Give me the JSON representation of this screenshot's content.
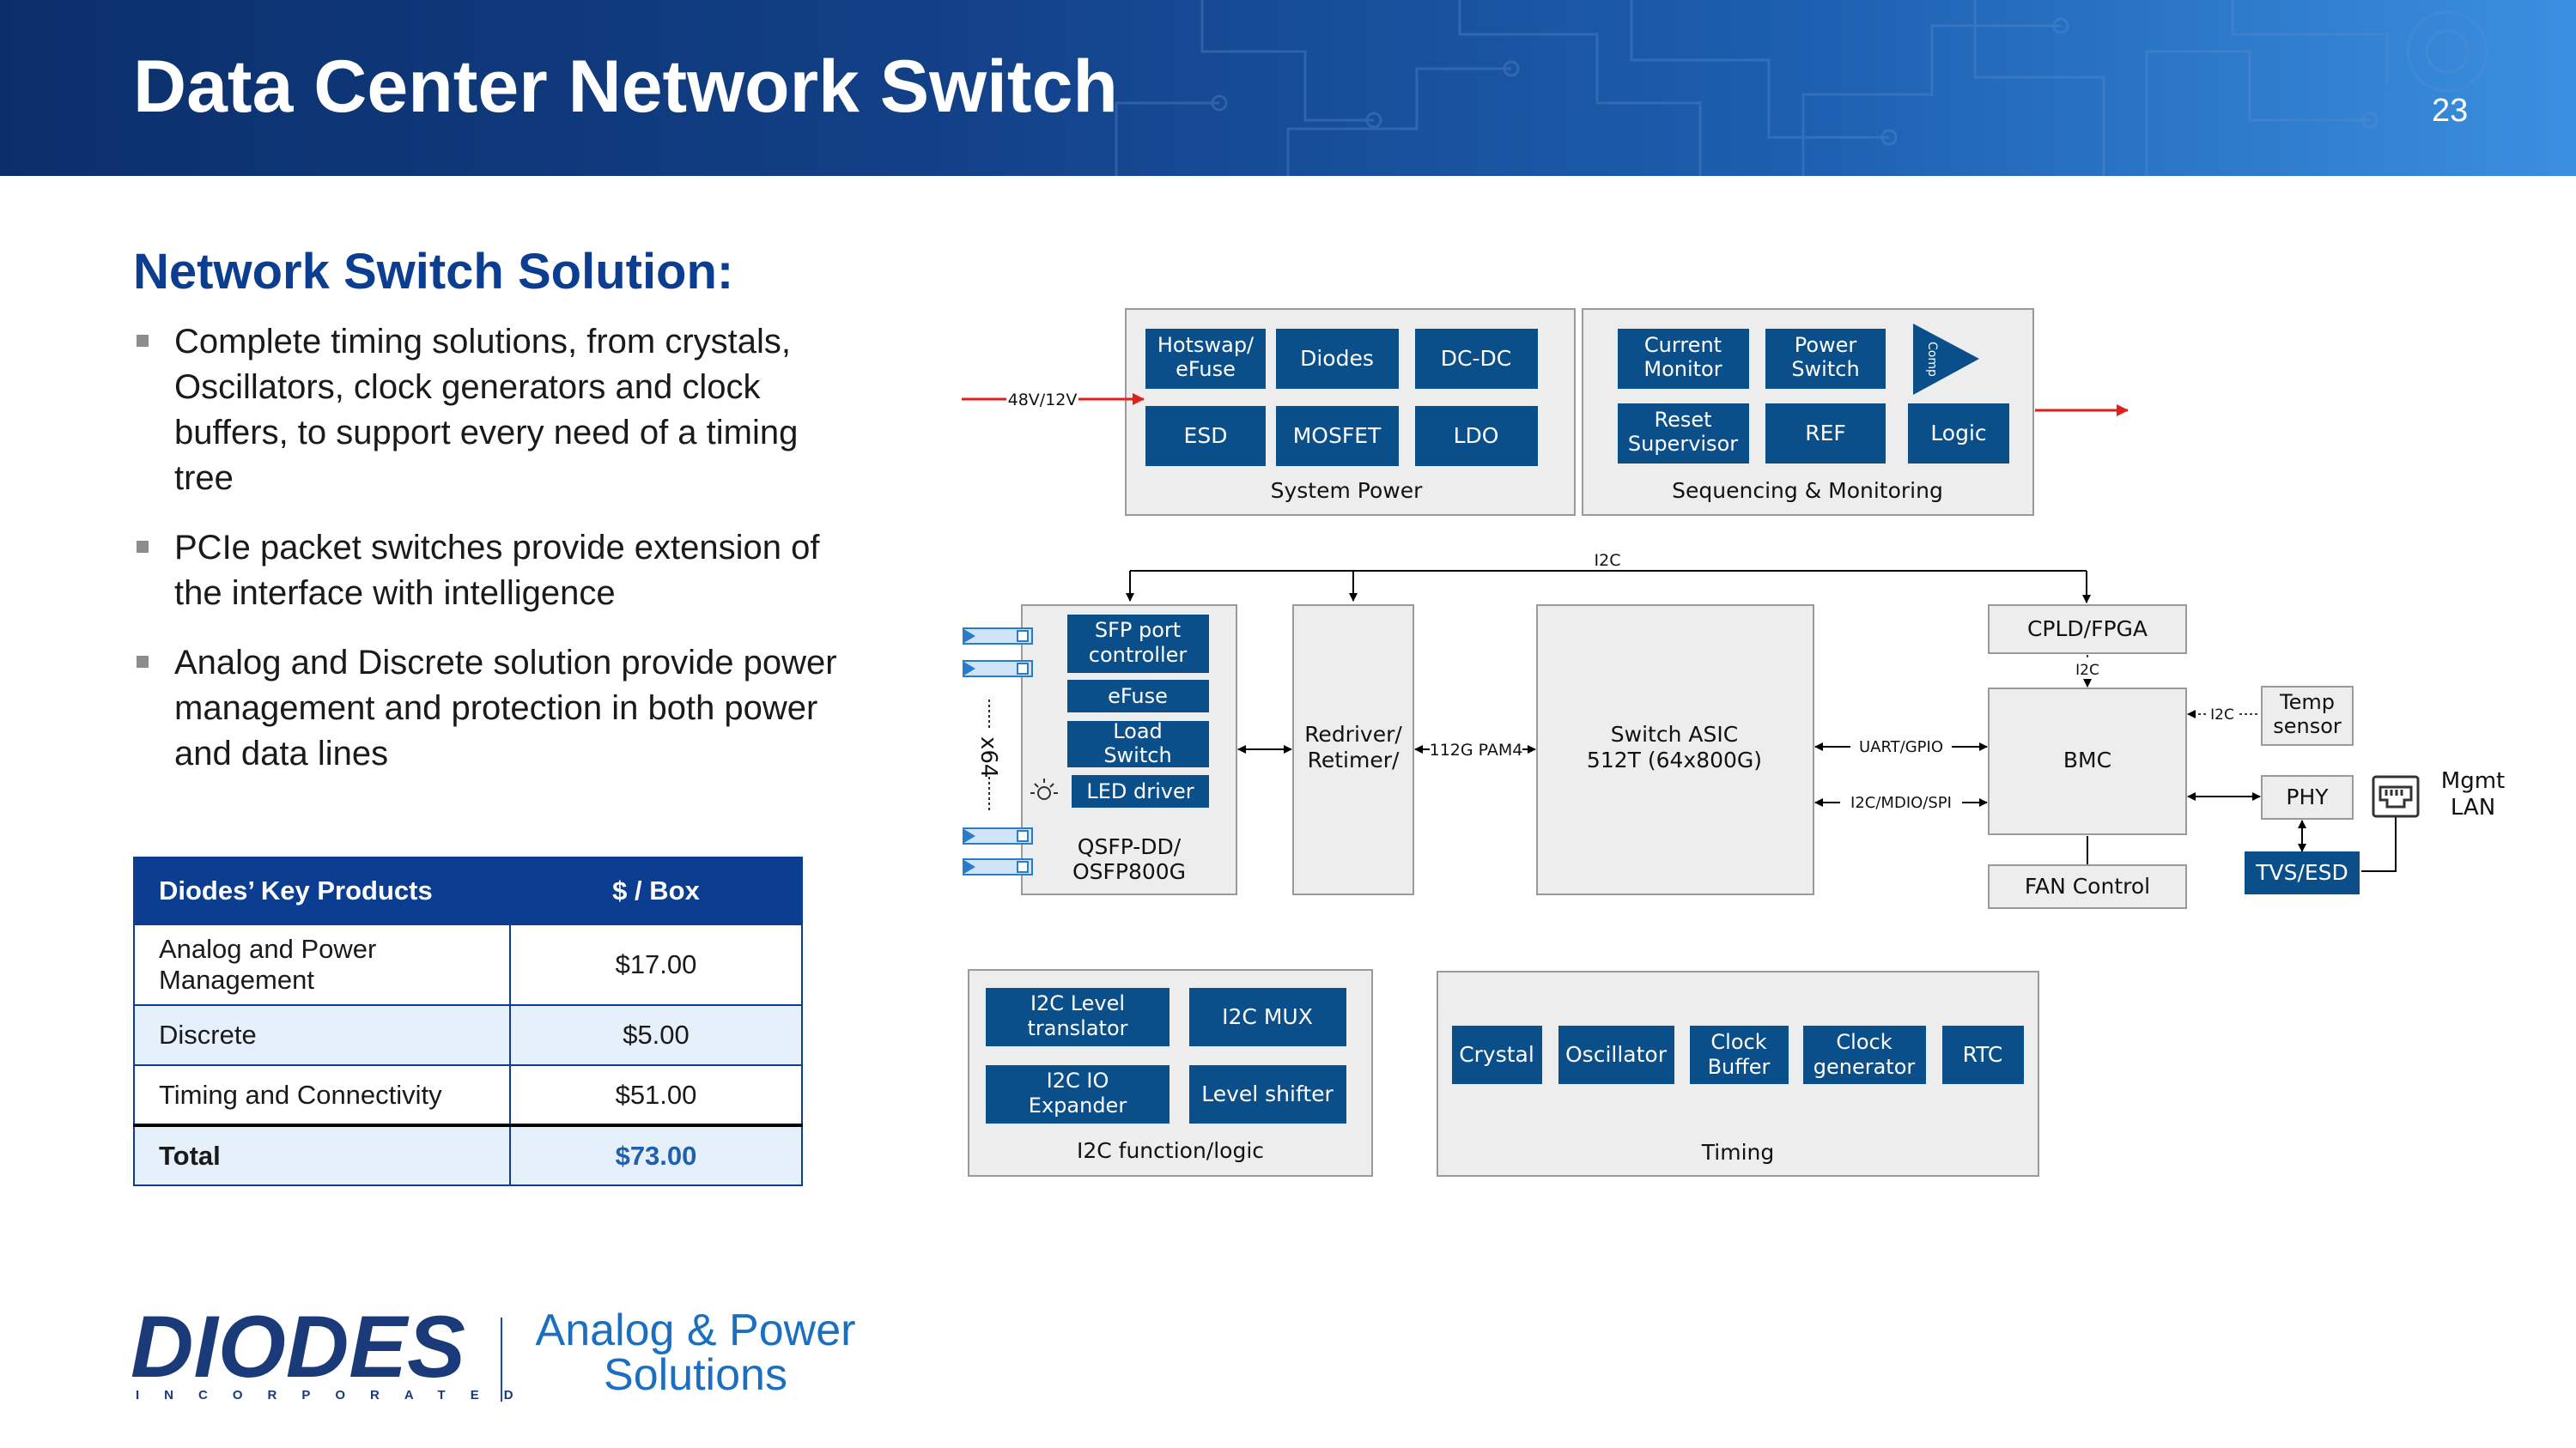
{
  "header": {
    "title": "Data Center Network Switch",
    "page_number": "23"
  },
  "section": {
    "heading": "Network Switch Solution:"
  },
  "bullets": [
    "Complete timing solutions, from crystals, Oscillators, clock generators and clock buffers, to support every need of a timing tree",
    "PCIe packet switches provide extension of the interface with intelligence",
    "Analog and Discrete solution provide power management and protection in both power and data lines"
  ],
  "table": {
    "headers": [
      "Diodes’ Key Products",
      "$ / Box"
    ],
    "rows": [
      {
        "product_line1": "Analog and Power",
        "product_line2": "Management",
        "price": "$17.00"
      },
      {
        "product": "Discrete",
        "price": "$5.00"
      },
      {
        "product": "Timing and Connectivity",
        "price": "$51.00"
      }
    ],
    "total": {
      "label": "Total",
      "price": "$73.00"
    }
  },
  "logo": {
    "brand": "DIODES",
    "sub": "INCORPORATED",
    "tagline_line1": "Analog & Power",
    "tagline_line2": "Solutions"
  },
  "diagram": {
    "system_power": {
      "label": "System Power",
      "input_label": "48V/12V",
      "blocks": [
        {
          "line1": "Hotswap/",
          "line2": "eFuse"
        },
        {
          "line1": "Diodes"
        },
        {
          "line1": "DC-DC"
        },
        {
          "line1": "ESD"
        },
        {
          "line1": "MOSFET"
        },
        {
          "line1": "LDO"
        }
      ]
    },
    "sequencing": {
      "label": "Sequencing & Monitoring",
      "blocks": [
        {
          "line1": "Current",
          "line2": "Monitor"
        },
        {
          "line1": "Power",
          "line2": "Switch"
        },
        {
          "line1": "Reset",
          "line2": "Supervisor"
        },
        {
          "line1": "REF"
        },
        {
          "line1": "Logic"
        }
      ],
      "comp_label": "Comp"
    },
    "bus": {
      "i2c_top": "I2C",
      "i2c_bmc": "I2C",
      "i2c_temp": "I2C"
    },
    "qsfp": {
      "label_line1": "QSFP-DD/",
      "label_line2": "OSFP800G",
      "x64": "x64",
      "blocks": [
        {
          "line1": "SFP port",
          "line2": "controller"
        },
        {
          "line1": "eFuse"
        },
        {
          "line1": "Load",
          "line2": "Switch"
        },
        {
          "line1": "LED driver"
        }
      ]
    },
    "redriver": {
      "line1": "Redriver/",
      "line2": "Retimer/"
    },
    "link_label": "112G PAM4",
    "asic": {
      "line1": "Switch ASIC",
      "line2": "512T (64x800G)"
    },
    "uart_label": "UART/GPIO",
    "mdio_label": "I2C/MDIO/SPI",
    "cpld": "CPLD/FPGA",
    "bmc": "BMC",
    "fan": "FAN Control",
    "temp": {
      "line1": "Temp",
      "line2": "sensor"
    },
    "phy": "PHY",
    "tvs": "TVS/ESD",
    "mgmt": {
      "line1": "Mgmt",
      "line2": "LAN"
    },
    "i2c_logic": {
      "label": "I2C function/logic",
      "blocks": [
        {
          "line1": "I2C Level",
          "line2": "translator"
        },
        {
          "line1": "I2C MUX"
        },
        {
          "line1": "I2C IO",
          "line2": "Expander"
        },
        {
          "line1": "Level shifter"
        }
      ]
    },
    "timing": {
      "label": "Timing",
      "blocks": [
        {
          "line1": "Crystal"
        },
        {
          "line1": "Oscillator"
        },
        {
          "line1": "Clock",
          "line2": "Buffer"
        },
        {
          "line1": "Clock",
          "line2": "generator"
        },
        {
          "line1": "RTC"
        }
      ]
    }
  },
  "colors": {
    "brand_blue": "#0b3d91",
    "block_blue": "#0b4f8a",
    "panel_gray": "#ededed",
    "arrow_red": "#e0201a"
  }
}
